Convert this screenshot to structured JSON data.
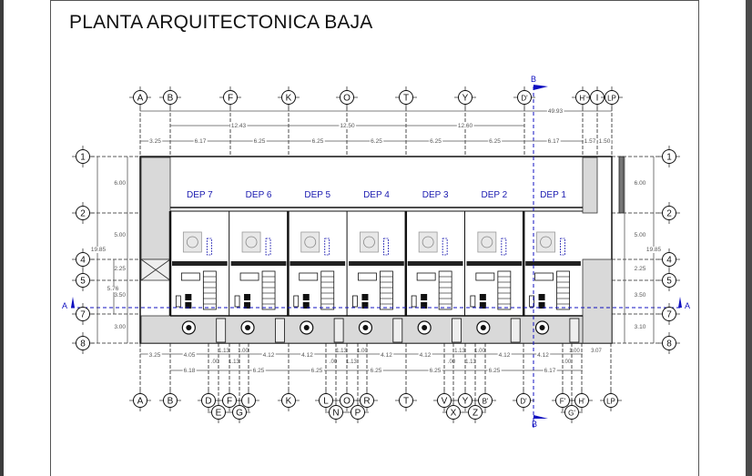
{
  "title": "PLANTA ARQUITECTONICA BAJA",
  "grid_top": [
    "A",
    "B",
    "F",
    "K",
    "O",
    "T",
    "Y",
    "D'",
    "H'",
    "I",
    "LP"
  ],
  "grid_bottom_row1": [
    "A",
    "B",
    "D",
    "F",
    "I",
    "K",
    "L",
    "O",
    "R",
    "T",
    "V",
    "Y",
    "B'",
    "D'",
    "F'",
    "H'",
    "LP"
  ],
  "grid_bottom_row2": [
    "E",
    "G",
    "N",
    "P",
    "X",
    "Z",
    "G'"
  ],
  "grid_rows": [
    "1",
    "2",
    "4",
    "5",
    "7",
    "8"
  ],
  "section_marks": {
    "B": "B",
    "A": "A"
  },
  "dims_top": {
    "overall": "49.93",
    "groups": [
      "12.43",
      "12.50",
      "12.60"
    ],
    "segments": [
      "3.25",
      "6.17",
      "6.25",
      "6.25",
      "6.25",
      "6.25",
      "6.25",
      "6.17",
      "1.57",
      "1.50"
    ]
  },
  "dims_bottom": {
    "row1": [
      "3.25",
      "4.05",
      "1.13",
      "1.00",
      "4.12",
      "4.12",
      "1.13",
      "1.00",
      "4.12",
      "4.12",
      "1.13",
      "1.00",
      "4.12",
      "4.12",
      "1.00",
      "3.07"
    ],
    "row1_small": [
      ".00",
      "1.13",
      ".00",
      "1.13",
      ".00",
      "1.13",
      ".00"
    ],
    "row2": [
      "6.18",
      "6.25",
      "6.25",
      "6.25",
      "6.25",
      "6.25",
      "6.17"
    ]
  },
  "dims_left": {
    "segments": [
      "6.00",
      "5.00",
      "2.25",
      "3.50",
      "3.00"
    ],
    "overall": "19.85",
    "partial": "5.76"
  },
  "dims_right": {
    "segments": [
      "6.00",
      "5.00",
      "2.25",
      "3.50",
      "3.10"
    ],
    "overall": "19.85"
  },
  "units": [
    "DEP 7",
    "DEP 6",
    "DEP 5",
    "DEP 4",
    "DEP 3",
    "DEP 2",
    "DEP 1"
  ],
  "colors": {
    "unit_label": "#1a1ab0",
    "section": "#1010c0",
    "fill_gray": "#d9d9d9"
  }
}
